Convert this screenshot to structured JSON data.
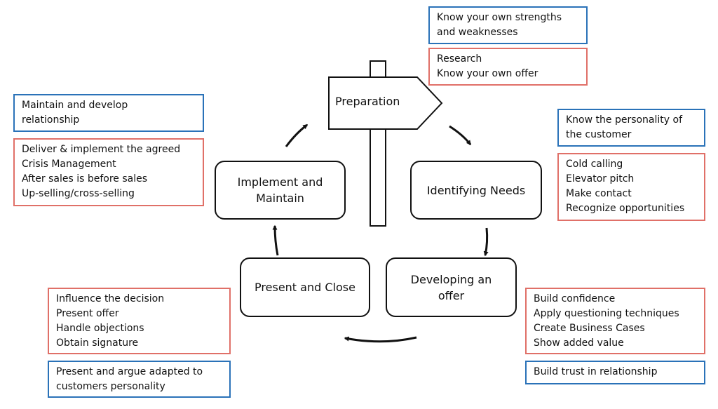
{
  "stages": {
    "preparation": "Preparation",
    "identifying_needs": "Identifying Needs",
    "developing_offer": [
      "Developing an",
      "offer"
    ],
    "present_close": "Present and Close",
    "implement_maintain": [
      "Implement and",
      "Maintain"
    ]
  },
  "notes": {
    "prep_blue": [
      "Know your own strengths",
      "and weaknesses"
    ],
    "prep_red": [
      "Research",
      "Know your own offer"
    ],
    "needs_blue": [
      "Know the personality of",
      "the customer"
    ],
    "needs_red": [
      "Cold calling",
      "Elevator pitch",
      "Make contact",
      "Recognize opportunities"
    ],
    "offer_red": [
      "Build confidence",
      "Apply questioning techniques",
      "Create Business Cases",
      "Show added value"
    ],
    "offer_blue": [
      "Build trust in relationship"
    ],
    "close_red": [
      "Influence the decision",
      "Present offer",
      "Handle objections",
      "Obtain signature"
    ],
    "close_blue": [
      "Present and argue adapted to",
      "customers personality"
    ],
    "implement_blue": [
      "Maintain and develop",
      "relationship"
    ],
    "implement_red": [
      "Deliver & implement the agreed",
      "Crisis Management",
      "After sales is before sales",
      "Up-selling/cross-selling"
    ]
  },
  "colors": {
    "stroke": "#111111",
    "blue_border": "#2a72b8",
    "red_border": "#e07068"
  }
}
